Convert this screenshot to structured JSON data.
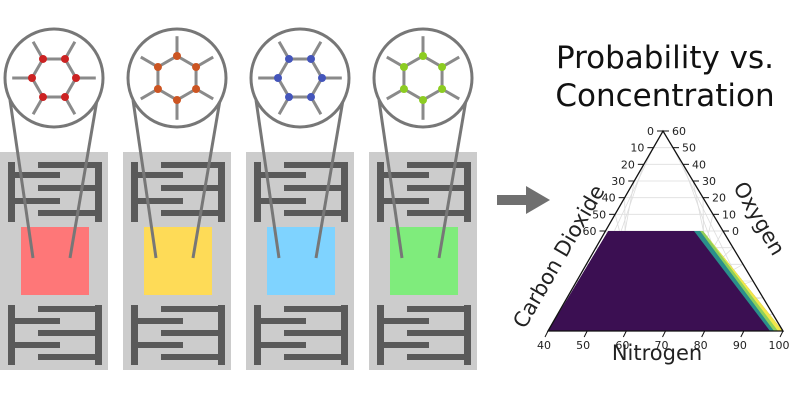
{
  "title": {
    "line1": "Probability vs.",
    "line2": "Concentration"
  },
  "ternary": {
    "axes": {
      "left": "Carbon Dioxide",
      "right": "Oxygen",
      "bottom": "Nitrogen"
    },
    "left_ticks": [
      "0",
      "10",
      "20",
      "30",
      "40",
      "50",
      "60"
    ],
    "right_ticks": [
      "60",
      "50",
      "40",
      "30",
      "20",
      "10",
      "0"
    ],
    "bottom_ticks": [
      "40",
      "50",
      "60",
      "70",
      "80",
      "90",
      "100"
    ],
    "colors": {
      "background": "#3b0f52",
      "band_teal": "#2a8f8b",
      "band_green": "#8fd05a",
      "band_yellow": "#f2e64a",
      "grid": "#dddddd"
    }
  },
  "materials": [
    {
      "name": "material-red",
      "color": "#fe7778"
    },
    {
      "name": "material-yellow",
      "color": "#fedb57"
    },
    {
      "name": "material-blue",
      "color": "#7fd3ff"
    },
    {
      "name": "material-green",
      "color": "#7fec7c"
    }
  ],
  "colors": {
    "panel": "#cccccc",
    "electrode": "#5a5a5a",
    "arrow": "#707070",
    "circle_stroke": "#777777"
  }
}
